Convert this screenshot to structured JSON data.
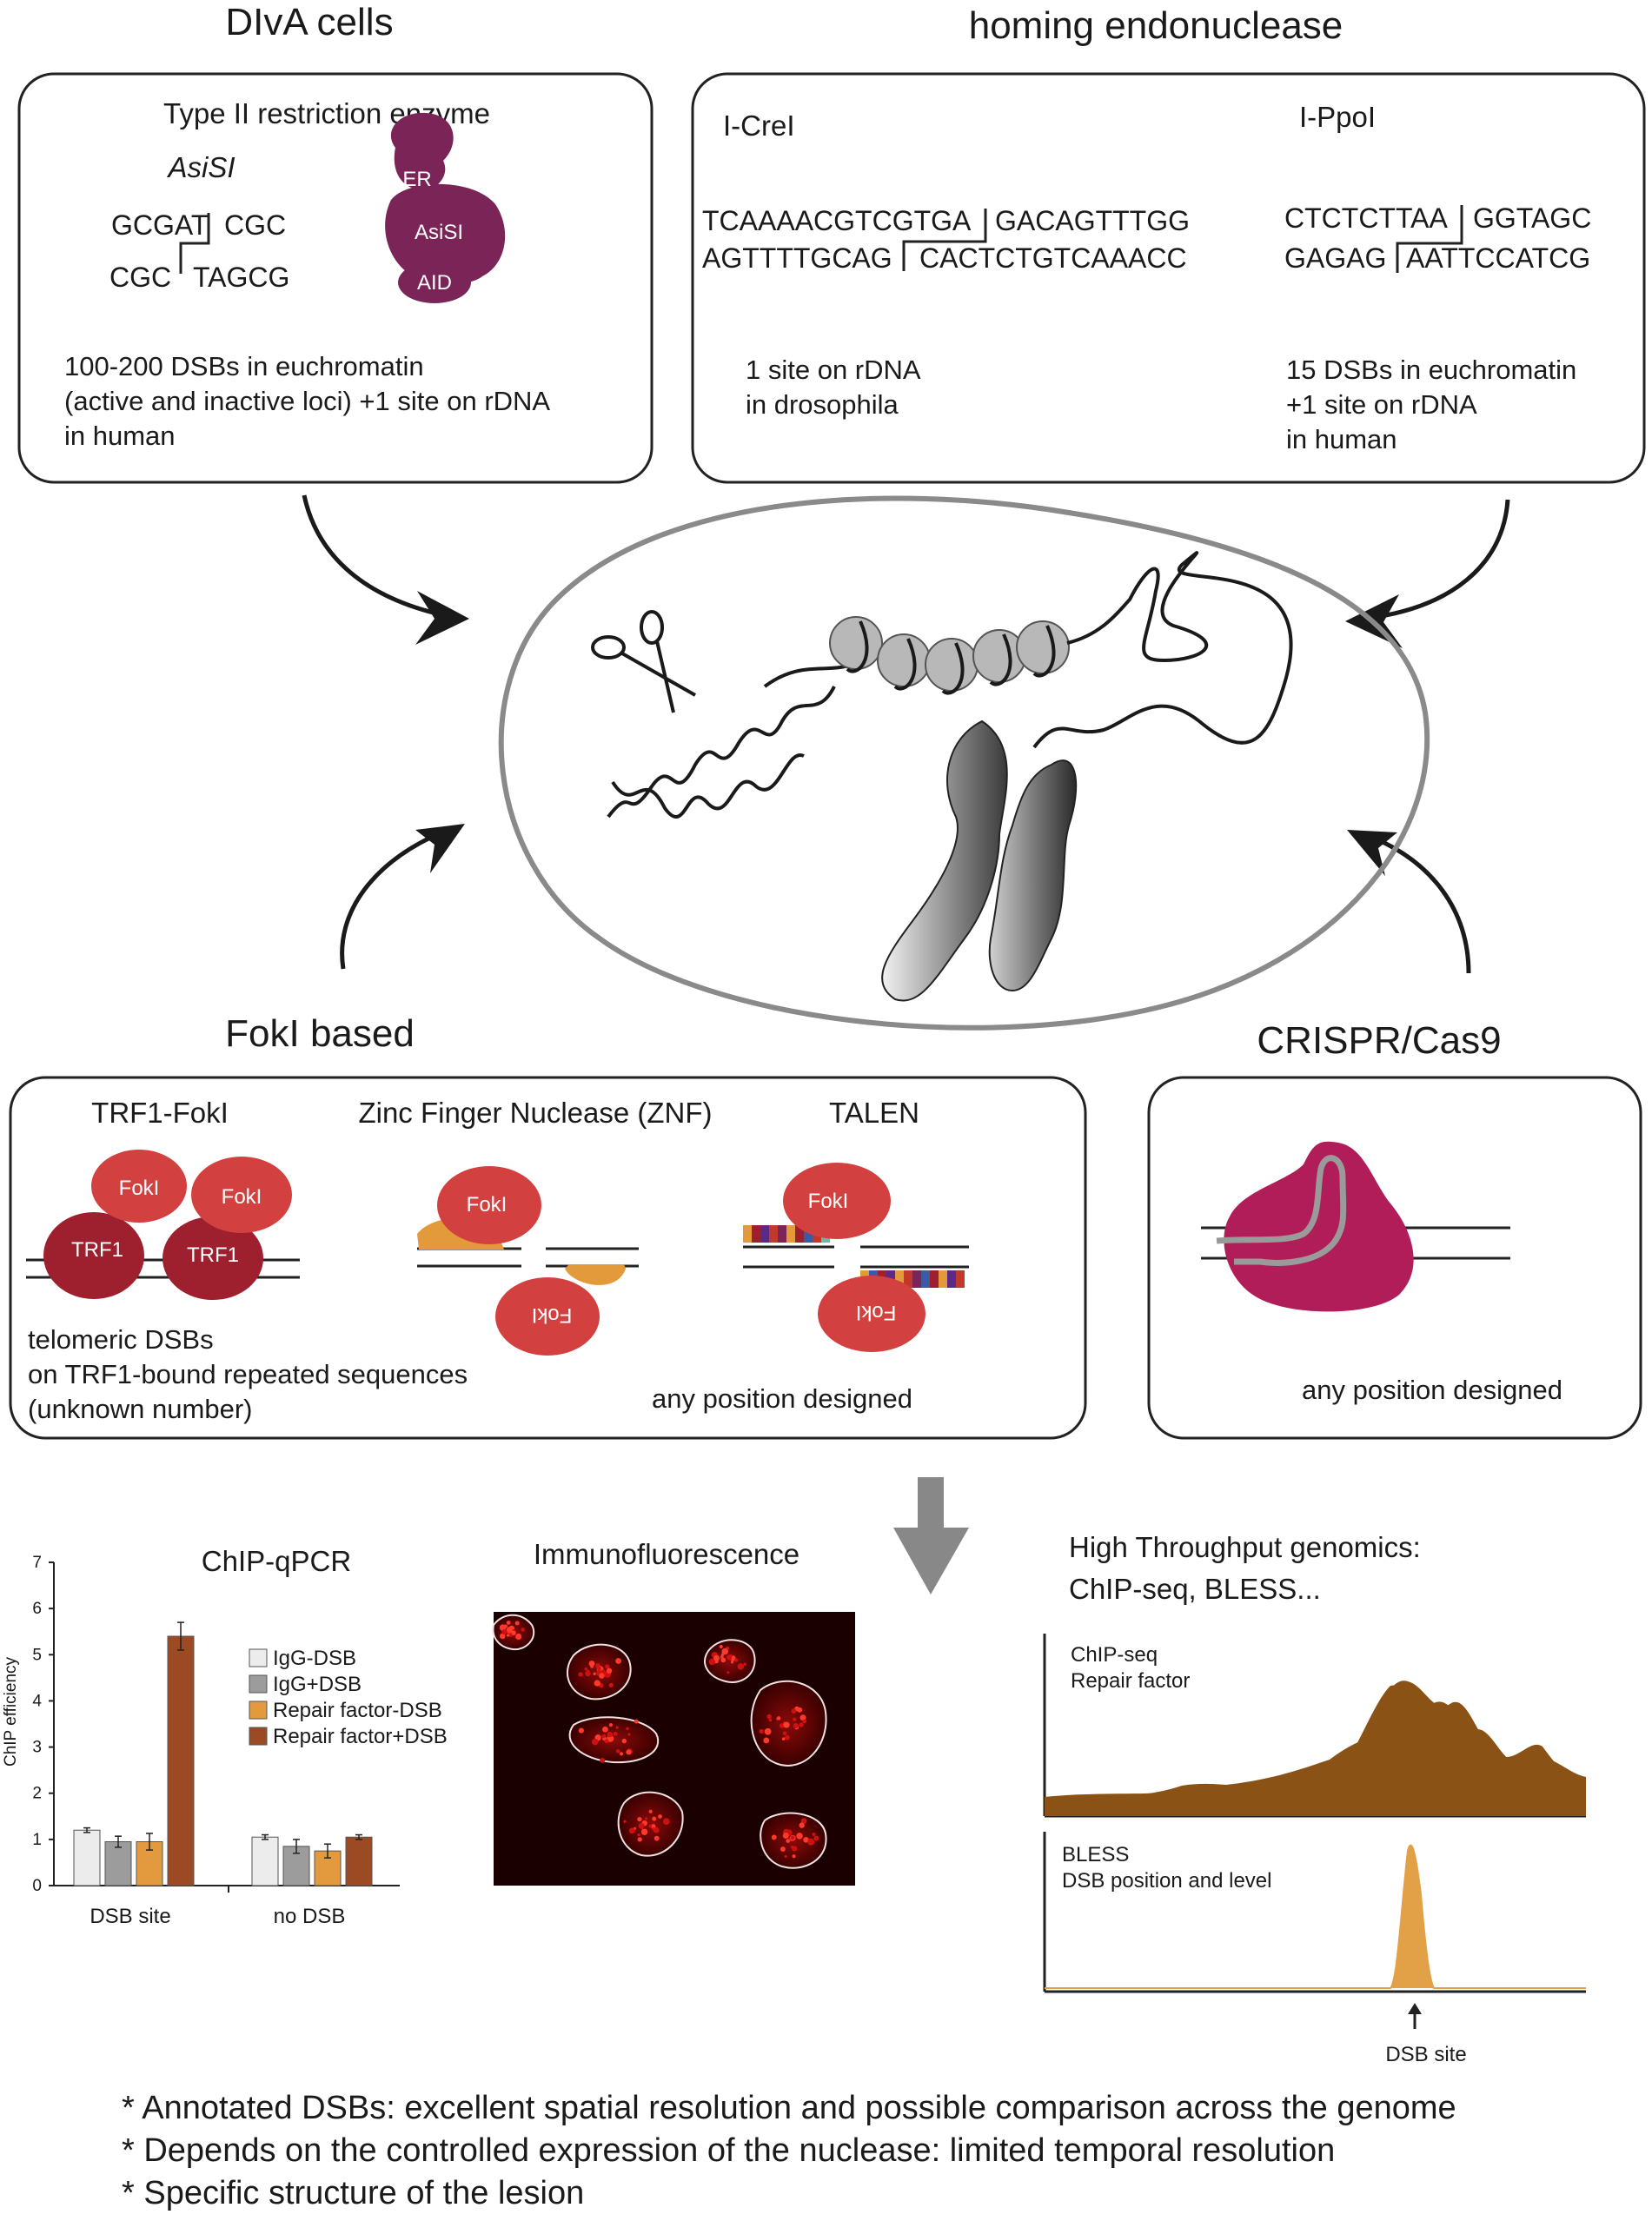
{
  "dlva": {
    "heading": "DIvA cells",
    "enzyme_type": "Type II restriction enzyme",
    "enzyme_name": "AsiSI",
    "seq_top_left": "GCGAT",
    "seq_top_right": "CGC",
    "seq_bottom_left": "CGC",
    "seq_bottom_right": "TAGCG",
    "protein_labels": {
      "er": "ER",
      "asisi": "AsiSI",
      "aid": "AID"
    },
    "description": [
      "100-200 DSBs in euchromatin",
      "(active and inactive loci) +1 site on rDNA",
      "in human"
    ],
    "protein_color": "#7b2457"
  },
  "homing": {
    "heading": "homing endonuclease",
    "icrei": {
      "name": "I-CreI",
      "seq_top_left": "TCAAAACGTCGTGA",
      "seq_top_right": "GACAGTTTGG",
      "seq_bottom_left": "AGTTTTGCAG",
      "seq_bottom_right": "CACTCTGTCAAACC",
      "description": [
        "1 site on rDNA",
        "in drosophila"
      ]
    },
    "ippoi": {
      "name": "I-PpoI",
      "seq_top_left": "CTCTCTTAA",
      "seq_top_right": "GGTAGC",
      "seq_bottom_left": "GAGAG",
      "seq_bottom_right": "AATTCCATCG",
      "description": [
        "15 DSBs in euchromatin",
        " +1 site on rDNA",
        "in human"
      ]
    }
  },
  "foki": {
    "heading": "FokI based",
    "trf1": {
      "name": "TRF1-FokI",
      "labels": {
        "foki": "FokI",
        "trf1": "TRF1"
      },
      "description": [
        "telomeric DSBs",
        "on TRF1-bound repeated sequences",
        "(unknown number)"
      ]
    },
    "znf": {
      "name": "Zinc Finger Nuclease (ZNF)",
      "foki": "FokI"
    },
    "talen": {
      "name": "TALEN",
      "foki": "FokI"
    },
    "any_position": "any position designed",
    "colors": {
      "foki": "#d2413f",
      "trf1": "#9e1f2e",
      "zinc_finger": "#e39a3a"
    }
  },
  "crispr": {
    "heading": "CRISPR/Cas9",
    "any_position": "any position designed",
    "protein_color": "#b01d58"
  },
  "chip_qpcr": {
    "title": "ChIP-qPCR",
    "legend": [
      "IgG-DSB",
      "IgG+DSB",
      "Repair factor-DSB",
      "Repair factor+DSB"
    ]
  },
  "chart_data": {
    "type": "bar",
    "title": "ChIP-qPCR",
    "ylabel": "ChIP efficiency",
    "xlabel": "",
    "categories": [
      "DSB site",
      "no DSB"
    ],
    "series": [
      {
        "name": "IgG-DSB",
        "values": [
          1.2,
          1.05
        ],
        "errors": [
          0.05,
          0.05
        ],
        "color": "#ececec"
      },
      {
        "name": "IgG+DSB",
        "values": [
          0.95,
          0.85
        ],
        "errors": [
          0.12,
          0.15
        ],
        "color": "#9c9c9c"
      },
      {
        "name": "Repair factor-DSB",
        "values": [
          0.95,
          0.75
        ],
        "errors": [
          0.18,
          0.15
        ],
        "color": "#e3993d"
      },
      {
        "name": "Repair factor+DSB",
        "values": [
          5.4,
          1.05
        ],
        "errors": [
          0.3,
          0.05
        ],
        "color": "#9b4a24"
      }
    ],
    "ylim": [
      0,
      7
    ],
    "yticks": [
      0,
      1,
      2,
      3,
      4,
      5,
      6,
      7
    ],
    "legend_position": "right"
  },
  "immunofluorescence": {
    "title": "Immunofluorescence"
  },
  "genomics": {
    "title_line1": "High Throughput genomics:",
    "title_line2": "ChIP-seq, BLESS...",
    "chipseq": {
      "label1": "ChIP-seq",
      "label2": "Repair factor",
      "color": "#8a5214"
    },
    "bless": {
      "label1": "BLESS",
      "label2": "DSB position and level",
      "color": "#e2a147"
    },
    "dsb_site": "DSB site"
  },
  "notes": [
    "* Annotated DSBs: excellent spatial resolution and possible comparison across the genome",
    "* Depends on the controlled expression of the nuclease: limited temporal resolution",
    "* Specific structure of the lesion"
  ]
}
